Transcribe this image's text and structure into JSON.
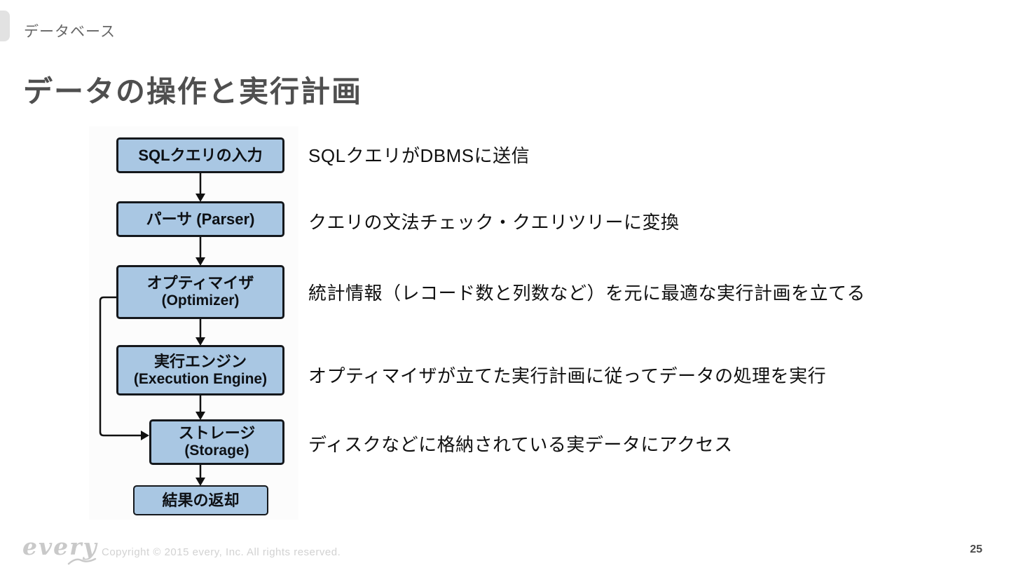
{
  "header": {
    "label": "データベース"
  },
  "title": "データの操作と実行計画",
  "flowchart": {
    "box_fill": "#a9c7e3",
    "box_border": "#15181c",
    "boxes": [
      {
        "label": "SQLクエリの入力",
        "sub": ""
      },
      {
        "label": "パーサ (Parser)",
        "sub": ""
      },
      {
        "label": "オプティマイザ",
        "sub": "(Optimizer)"
      },
      {
        "label": "実行エンジン",
        "sub": "(Execution Engine)"
      },
      {
        "label": "ストレージ",
        "sub": "(Storage)"
      },
      {
        "label": "結果の返却",
        "sub": ""
      }
    ]
  },
  "annotations": [
    {
      "text": "SQLクエリがDBMSに送信"
    },
    {
      "text": "クエリの文法チェック・クエリツリーに変換"
    },
    {
      "text": "統計情報（レコード数と列数など）を元に最適な実行計画を立てる"
    },
    {
      "text": "オプティマイザが立てた実行計画に従ってデータの処理を実行"
    },
    {
      "text": "ディスクなどに格納されている実データにアクセス"
    }
  ],
  "footer": {
    "logo": "every",
    "copyright": "Copyright © 2015 every, Inc. All rights reserved.",
    "page": "25"
  }
}
